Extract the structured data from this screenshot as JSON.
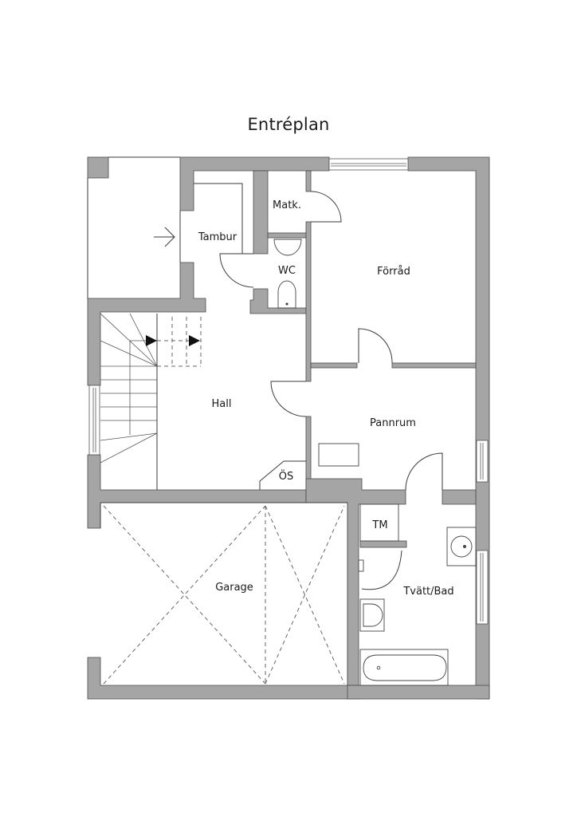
{
  "title": "Entréplan",
  "rooms": [
    {
      "id": "tambur",
      "label": "Tambur"
    },
    {
      "id": "matk",
      "label": "Matk."
    },
    {
      "id": "wc",
      "label": "WC"
    },
    {
      "id": "forrad",
      "label": "Förråd"
    },
    {
      "id": "hall",
      "label": "Hall"
    },
    {
      "id": "os",
      "label": "ÖS"
    },
    {
      "id": "pannrum",
      "label": "Pannrum"
    },
    {
      "id": "garage",
      "label": "Garage"
    },
    {
      "id": "tm",
      "label": "TM"
    },
    {
      "id": "tvatt_bad",
      "label": "Tvätt/Bad"
    }
  ],
  "colors": {
    "wall": "#a5a5a5",
    "line": "#3a3a3a",
    "background": "#ffffff"
  }
}
